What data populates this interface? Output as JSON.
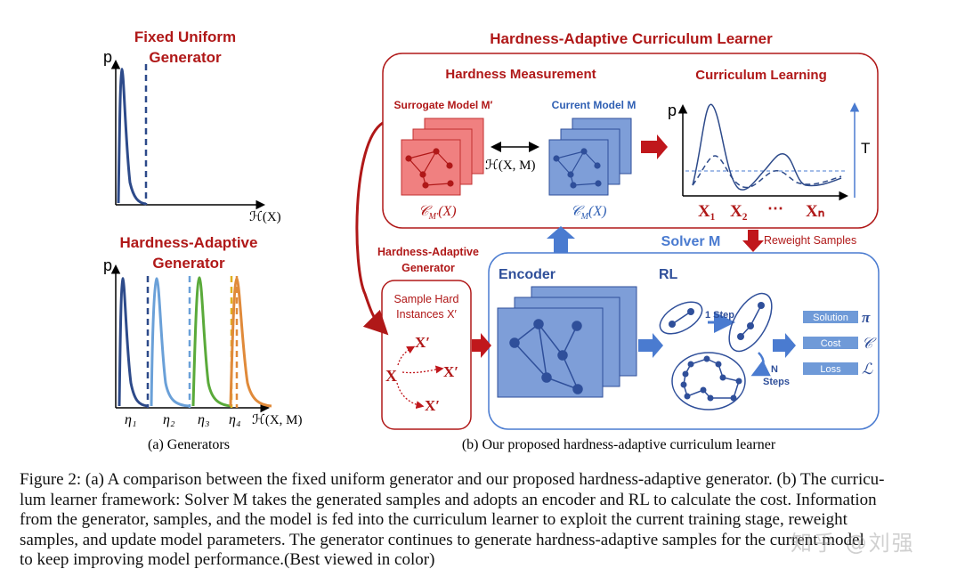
{
  "colors": {
    "dark_red": "#b01818",
    "red_fill": "#f08080",
    "blue_fill": "#7e9ed8",
    "blue_dark": "#2f4f9a",
    "blue_text": "#2f5fb3",
    "arrow_blue": "#4a7bd0",
    "arrow_red": "#c0171c",
    "curve1": "#2d4a8a",
    "curve2": "#6aa0d8",
    "curve3": "#5aaa3a",
    "curve4": "#e08a3a"
  },
  "panel_a": {
    "top_title_line1": "Fixed Uniform",
    "top_title_line2": "Generator",
    "top_ylabel": "p",
    "top_xlabel": "ℋ(X)",
    "bottom_title_line1": "Hardness-Adaptive",
    "bottom_title_line2": "Generator",
    "bottom_ylabel": "p",
    "bottom_xlabel": "ℋ(X, M)",
    "eta_labels": [
      "η₁",
      "η₂",
      "η₃",
      "η₄"
    ],
    "caption": "(a) Generators"
  },
  "panel_b": {
    "title": "Hardness-Adaptive Curriculum Learner",
    "hardness_measurement": "Hardness Measurement",
    "curriculum_learning": "Curriculum Learning",
    "surrogate_model": "Surrogate Model M′",
    "current_model": "Current Model M",
    "h_label": "ℋ(X, M)",
    "c_surrogate": "𝒞",
    "c_surrogate_sub": "M′",
    "c_surrogate_arg": "(X)",
    "c_current": "𝒞",
    "c_current_sub": "M",
    "c_current_arg": "(X)",
    "plot_p": "p",
    "plot_t": "T",
    "x_labels": [
      "X₁",
      "X₂",
      "⋯",
      "Xₙ"
    ],
    "solver_m": "Solver M",
    "reweight": "Reweight Samples",
    "hag_line1": "Hardness-Adaptive",
    "hag_line2": "Generator",
    "sample_hard_line1": "Sample Hard",
    "sample_hard_line2": "Instances X′",
    "x_prime": "X′",
    "x_base": "X",
    "encoder": "Encoder",
    "rl": "RL",
    "one_step": "1 Step",
    "n_steps_line1": "N",
    "n_steps_line2": "Steps",
    "outputs": [
      {
        "label": "Solution",
        "symbol": "π"
      },
      {
        "label": "Cost",
        "symbol": "𝒞"
      },
      {
        "label": "Loss",
        "symbol": "ℒ"
      }
    ],
    "caption": "(b) Our proposed hardness-adaptive curriculum learner"
  },
  "caption_lines": [
    "Figure 2: (a) A comparison between the fixed uniform generator and our proposed hardness-adaptive generator. (b) The curricu-",
    "lum learner framework: Solver M takes the generated samples and adopts an encoder and RL to calculate the cost. Information",
    "from the generator, samples, and the model is fed into the curriculum learner to exploit the current training stage, reweight",
    "samples, and update model parameters. The generator continues to generate hardness-adaptive samples for the current model",
    "to keep improving model performance.(Best viewed in color)"
  ],
  "watermark": "知乎 @刘强"
}
